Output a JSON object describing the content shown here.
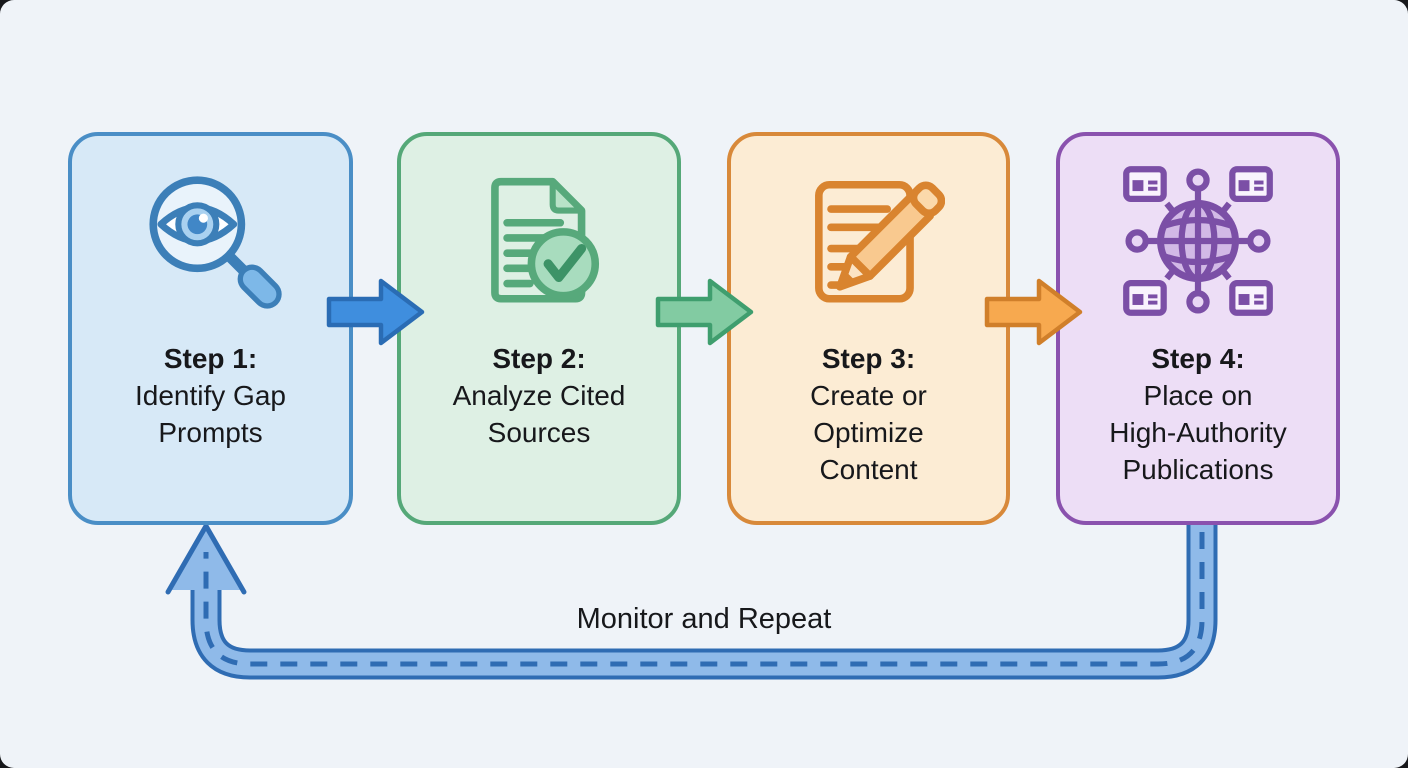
{
  "page": {
    "background": "#eff3f8",
    "text_color": "#17181b"
  },
  "steps": [
    {
      "title": "Step 1:",
      "lines": [
        "Identify Gap",
        "Prompts"
      ],
      "icon": "magnifier-eye-icon",
      "fill": "#d7e9f7",
      "border": "#4a8ec6",
      "icon_color": "#3c7fb8"
    },
    {
      "title": "Step 2:",
      "lines": [
        "Analyze Cited",
        "Sources"
      ],
      "icon": "document-check-icon",
      "fill": "#def0e4",
      "border": "#55a878",
      "icon_color": "#57a97b"
    },
    {
      "title": "Step 3:",
      "lines": [
        "Create or",
        "Optimize",
        "Content"
      ],
      "icon": "document-pencil-icon",
      "fill": "#fcecd4",
      "border": "#d8893a",
      "icon_color": "#d9842f"
    },
    {
      "title": "Step 4:",
      "lines": [
        "Place on",
        "High-Authority",
        "Publications"
      ],
      "icon": "globe-network-icon",
      "fill": "#eddef6",
      "border": "#8a52ae",
      "icon_color": "#7b4fa6"
    }
  ],
  "arrows": [
    {
      "name": "arrow-step1-step2",
      "fill": "#3f8ede",
      "stroke": "#2a6cb4"
    },
    {
      "name": "arrow-step2-step3",
      "fill": "#82cba2",
      "stroke": "#3f9e6e"
    },
    {
      "name": "arrow-step3-step4",
      "fill": "#f7a94f",
      "stroke": "#d07f2a"
    }
  ],
  "loop": {
    "label": "Monitor and Repeat",
    "band_fill": "#8fbae9",
    "band_stroke": "#2f6cb3"
  }
}
